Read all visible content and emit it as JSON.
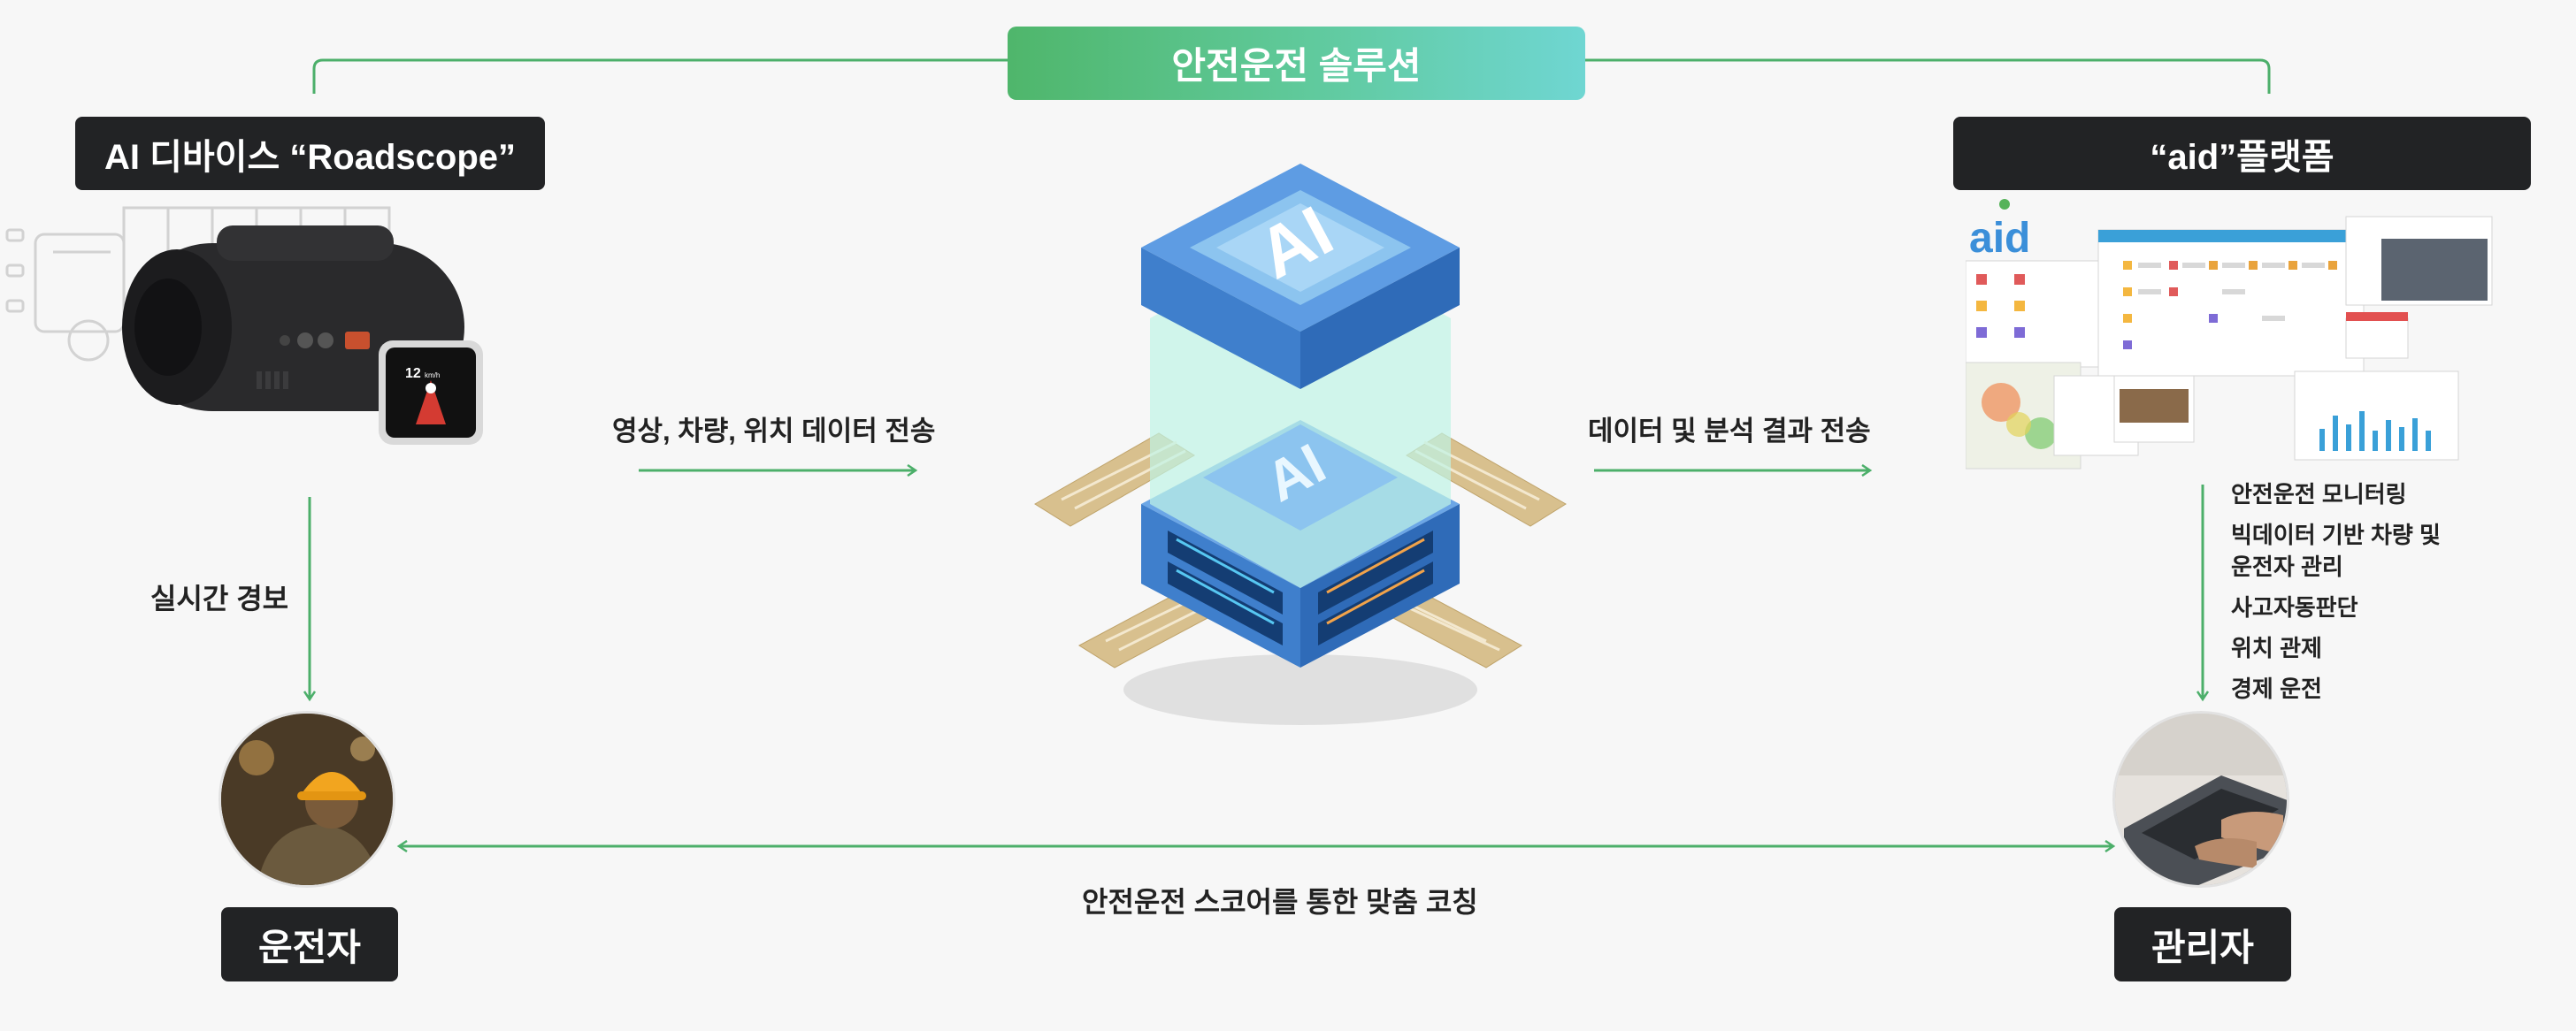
{
  "header": {
    "title": "안전운전 솔루션"
  },
  "device": {
    "label": "AI 디바이스 “Roadscope”",
    "screen_speed": "12",
    "screen_unit": "km/h"
  },
  "platform": {
    "label": "“aid”플랫폼",
    "logo": "aid",
    "features": [
      "안전운전 모니터링",
      "빅데이터 기반 차량 및",
      "운전자 관리",
      "사고자동판단",
      "위치 관제",
      "경제 운전"
    ]
  },
  "center": {
    "chip_label_top": "AI",
    "chip_label_bottom": "AI"
  },
  "flows": {
    "to_center": "영상, 차량, 위치 데이터 전송",
    "from_center": "데이터 및 분석 결과 전송",
    "alert": "실시간 경보",
    "coaching": "안전운전 스코어를 통한 맞춤 코칭"
  },
  "actors": {
    "driver": "운전자",
    "admin": "관리자"
  },
  "colors": {
    "accent_green": "#4caf6a",
    "dark_label": "#222325",
    "chip_blue": "#4f8ed9",
    "chip_gold": "#d8c08e"
  }
}
